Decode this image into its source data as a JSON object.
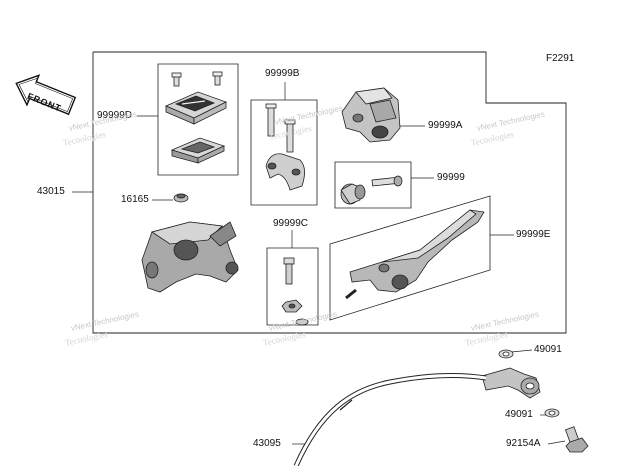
{
  "diagram_code": "F2291",
  "front_label": "FRONT",
  "parts": {
    "master_cylinder_assy": "43015",
    "cap_set": "99999D",
    "clamp_set": "99999B",
    "reservoir_guard": "99999A",
    "piston_set": "99999",
    "cylinder_body": "16165",
    "pivot_set": "99999C",
    "lever_set": "99999E",
    "gasket_upper": "49091",
    "gasket_lower": "49091",
    "banjo_bolt": "92154A",
    "brake_hose": "43095"
  },
  "watermark": {
    "line1": "vNext Technologies",
    "line2": "Tecnologies"
  }
}
